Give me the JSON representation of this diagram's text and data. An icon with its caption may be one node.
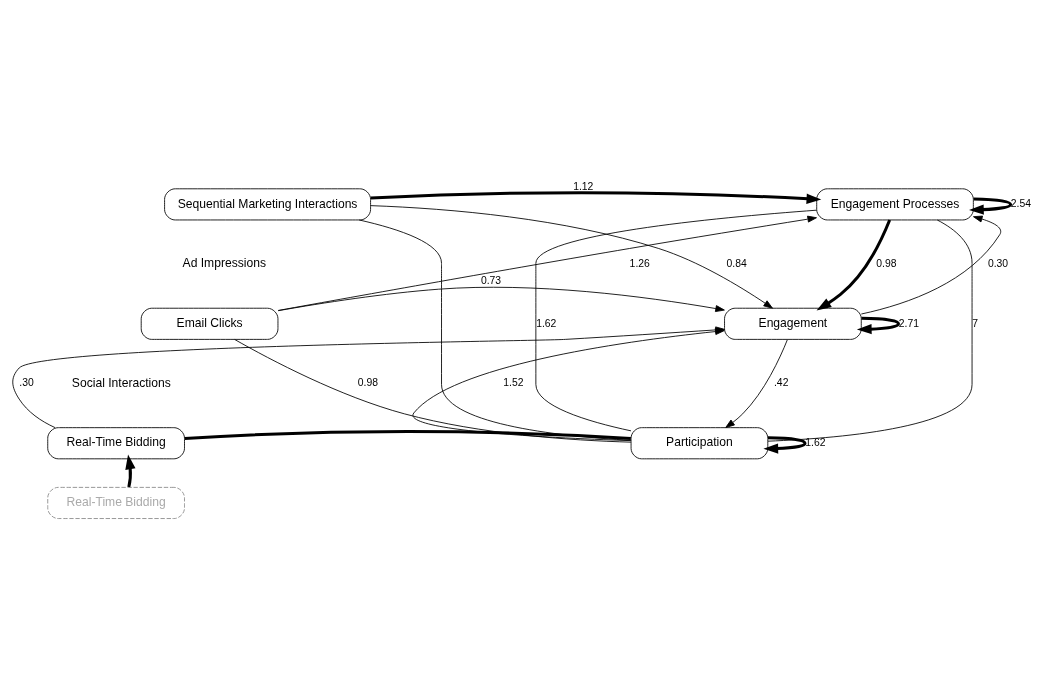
{
  "diagram": {
    "nodes": [
      {
        "text": [
          "Sequential Marketing Interactions"
        ]
      },
      {
        "text": [
          "Email Clicks"
        ]
      },
      {
        "text": [
          "Real-Time Bidding"
        ]
      },
      {
        "text": [
          "Real-Time Bidding"
        ]
      },
      {
        "text": [
          "Engagement Processes"
        ]
      },
      {
        "text": [
          "Engagement"
        ]
      },
      {
        "text": [
          "Participation"
        ]
      }
    ],
    "edges": [
      {
        "from": 0,
        "to": 4,
        "arrow": "to",
        "label": "1.12",
        "style": "thick"
      },
      {
        "from": 0,
        "to": 5,
        "arrow": "to",
        "label": "0.84"
      },
      {
        "from": 0,
        "to": 6,
        "arrow": "none"
      },
      {
        "from": 1,
        "to": 4,
        "arrow": "to",
        "label": "1.26"
      },
      {
        "from": 1,
        "to": 5,
        "arrow": "to",
        "label": "0.73"
      },
      {
        "from": 1,
        "to": 6,
        "arrow": "none",
        "label": "0.98"
      },
      {
        "from": 2,
        "to": 5,
        "arrow": "to",
        "label": ".30"
      },
      {
        "from": 2,
        "to": 6,
        "arrow": "none",
        "style": "thick"
      },
      {
        "from": 3,
        "to": 2,
        "arrow": "to",
        "style": "thick"
      },
      {
        "from": 4,
        "to": 4,
        "arrow": "to",
        "label": "2.54",
        "style": "thick"
      },
      {
        "from": 4,
        "to": 5,
        "arrow": "to",
        "label": "0.98",
        "style": "thick"
      },
      {
        "from": 5,
        "to": 4,
        "arrow": "to",
        "label": "0.30"
      },
      {
        "from": 5,
        "to": 5,
        "arrow": "to",
        "label": "2.71",
        "style": "thick"
      },
      {
        "from": 5,
        "to": 6,
        "arrow": "to",
        "label": ".42"
      },
      {
        "from": 6,
        "to": 5,
        "arrow": "to",
        "label": "1.52"
      },
      {
        "from": 6,
        "to": 6,
        "arrow": "to",
        "label": "1.62",
        "style": "thick"
      },
      {
        "from": 4,
        "to": 6,
        "arrow": "none",
        "label": "1.62"
      },
      {
        "from": 4,
        "to": 6,
        "arrow": "none",
        "label": "7"
      }
    ],
    "labels": [
      "Ad Impressions",
      "Social Interactions"
    ]
  }
}
